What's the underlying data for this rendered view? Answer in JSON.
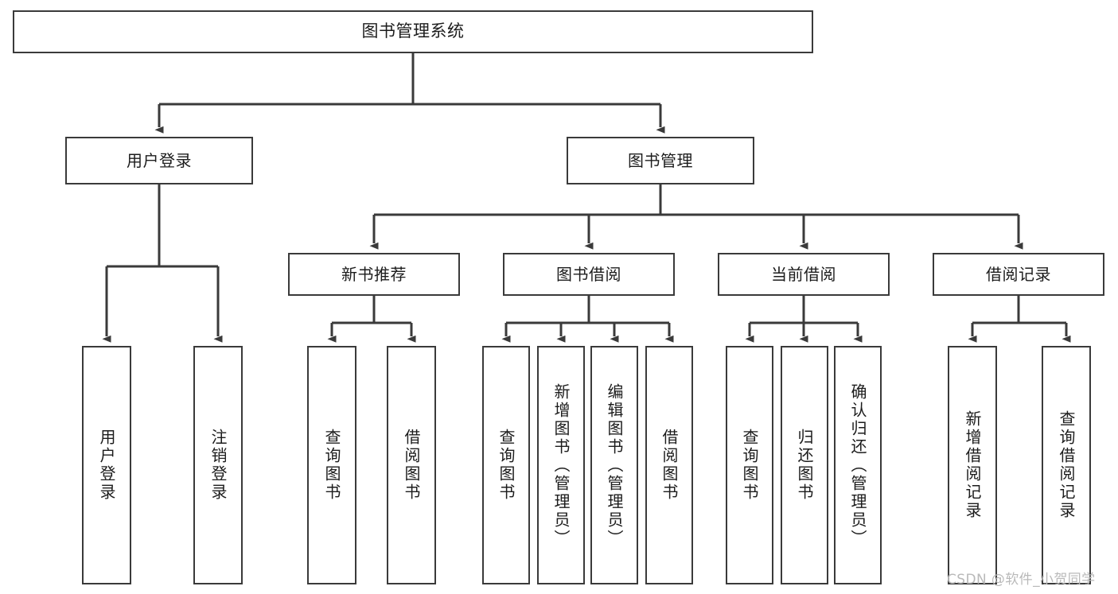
{
  "diagram": {
    "type": "tree-hierarchy",
    "title": "图书管理系统",
    "watermark": "CSDN @软件_小贺同学",
    "colors": {
      "box_border": "#3a3a3a",
      "box_fill": "#ffffff",
      "line": "#3a3a3a",
      "text": "#1c1c1c",
      "watermark": "#b9b9b9"
    },
    "nodes": {
      "root": {
        "label": "图书管理系统"
      },
      "level2": [
        {
          "id": "user-login",
          "label": "用户登录"
        },
        {
          "id": "book-manage",
          "label": "图书管理"
        }
      ],
      "level3": [
        {
          "id": "new-book-recommend",
          "label": "新书推荐"
        },
        {
          "id": "book-borrow",
          "label": "图书借阅"
        },
        {
          "id": "current-borrow",
          "label": "当前借阅"
        },
        {
          "id": "borrow-record",
          "label": "借阅记录"
        }
      ],
      "leaves": {
        "user_login": [
          {
            "id": "leaf-user-login",
            "label": "用户登录"
          },
          {
            "id": "leaf-logout-login",
            "label": "注销登录"
          }
        ],
        "new_book_recommend": [
          {
            "id": "leaf-query-book-1",
            "label": "查询图书"
          },
          {
            "id": "leaf-borrow-book-1",
            "label": "借阅图书"
          }
        ],
        "book_borrow": [
          {
            "id": "leaf-query-book-2",
            "label": "查询图书"
          },
          {
            "id": "leaf-add-book",
            "label": "新增图书（管理员）"
          },
          {
            "id": "leaf-edit-book",
            "label": "编辑图书（管理员）"
          },
          {
            "id": "leaf-borrow-book-2",
            "label": "借阅图书"
          }
        ],
        "current_borrow": [
          {
            "id": "leaf-query-book-3",
            "label": "查询图书"
          },
          {
            "id": "leaf-return-book",
            "label": "归还图书"
          },
          {
            "id": "leaf-confirm-return",
            "label": "确认归还（管理员）"
          }
        ],
        "borrow_record": [
          {
            "id": "leaf-add-record",
            "label": "新增借阅记录"
          },
          {
            "id": "leaf-query-record",
            "label": "查询借阅记录"
          }
        ]
      }
    }
  }
}
